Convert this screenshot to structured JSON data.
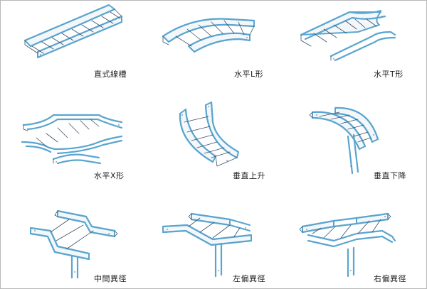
{
  "items": [
    {
      "label": "直式線槽"
    },
    {
      "label": "水平L形"
    },
    {
      "label": "水平T形"
    },
    {
      "label": "水平X形"
    },
    {
      "label": "垂直上升"
    },
    {
      "label": "垂直下降"
    },
    {
      "label": "中間異徑"
    },
    {
      "label": "左偏異徑"
    },
    {
      "label": "右偏異徑"
    }
  ],
  "colors": {
    "frame_line": "#5aa5cf",
    "detail_line": "#3d4f63"
  }
}
